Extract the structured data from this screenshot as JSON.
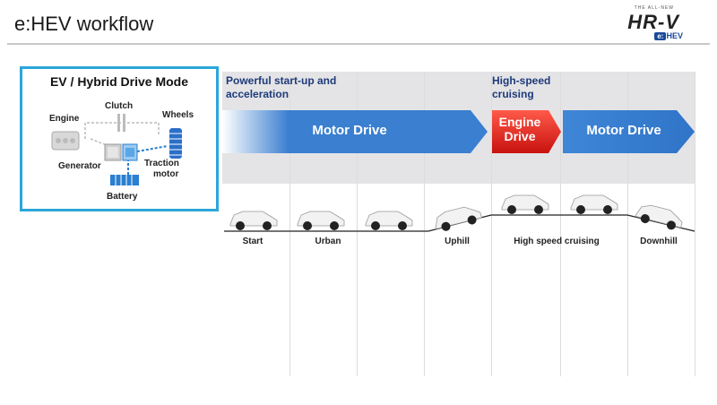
{
  "header": {
    "title": "e:HEV workflow",
    "logo": {
      "tagline": "THE ALL-NEW",
      "model": "HR-V",
      "badge_e": "e:",
      "badge_text": "HEV"
    }
  },
  "mode_panel": {
    "title": "EV / Hybrid Drive Mode",
    "labels": {
      "clutch": "Clutch",
      "engine": "Engine",
      "wheels": "Wheels",
      "generator": "Generator",
      "traction": "Traction",
      "motor": "motor",
      "battery": "Battery"
    }
  },
  "phases": [
    {
      "line1": "Powerful start-up and",
      "line2": "acceleration"
    },
    {
      "line1": "High-speed",
      "line2": "cruising"
    }
  ],
  "drives": [
    {
      "label": "Motor Drive",
      "color": "#3a7fd0"
    },
    {
      "label1": "Engine",
      "label2": "Drive",
      "color": "#e0221c"
    },
    {
      "label": "Motor Drive",
      "color": "#3a7fd0"
    }
  ],
  "stages": [
    "Start",
    "Urban",
    "Uphill",
    "High speed cruising",
    "Downhill"
  ],
  "colors": {
    "accent_blue": "#2aa6da",
    "motor_blue": "#3a7fd0",
    "engine_red": "#e0221c",
    "phase_text": "#1e3a7a"
  }
}
